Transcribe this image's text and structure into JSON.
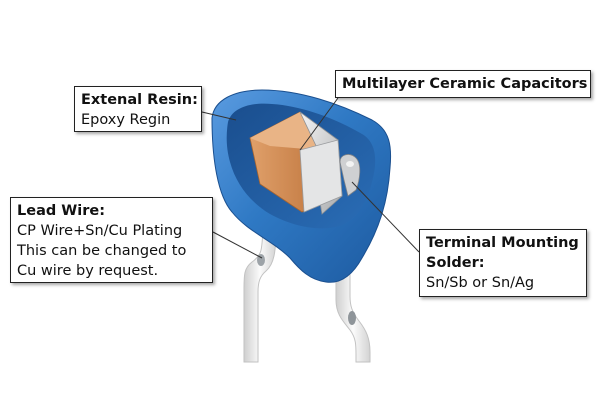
{
  "callouts": {
    "resin": {
      "title": "Extenal Resin:",
      "lines": [
        "Epoxy Regin"
      ]
    },
    "mlcc": {
      "title": "Multilayer Ceramic Capacitors"
    },
    "lead": {
      "title": "Lead Wire:",
      "lines": [
        "CP Wire+Sn/Cu Plating",
        "This can be changed to",
        "Cu wire by request."
      ]
    },
    "solder": {
      "title": "Terminal Mounting",
      "lines": [
        "Solder:",
        "Sn/Sb or Sn/Ag"
      ]
    }
  },
  "colors": {
    "resin_blue": "#2f79c4",
    "resin_dark": "#1d5aa0",
    "ceramic_orange": "#d08a52",
    "terminal_gray": "#d9dadb",
    "wire_white": "#f2f2f2"
  }
}
